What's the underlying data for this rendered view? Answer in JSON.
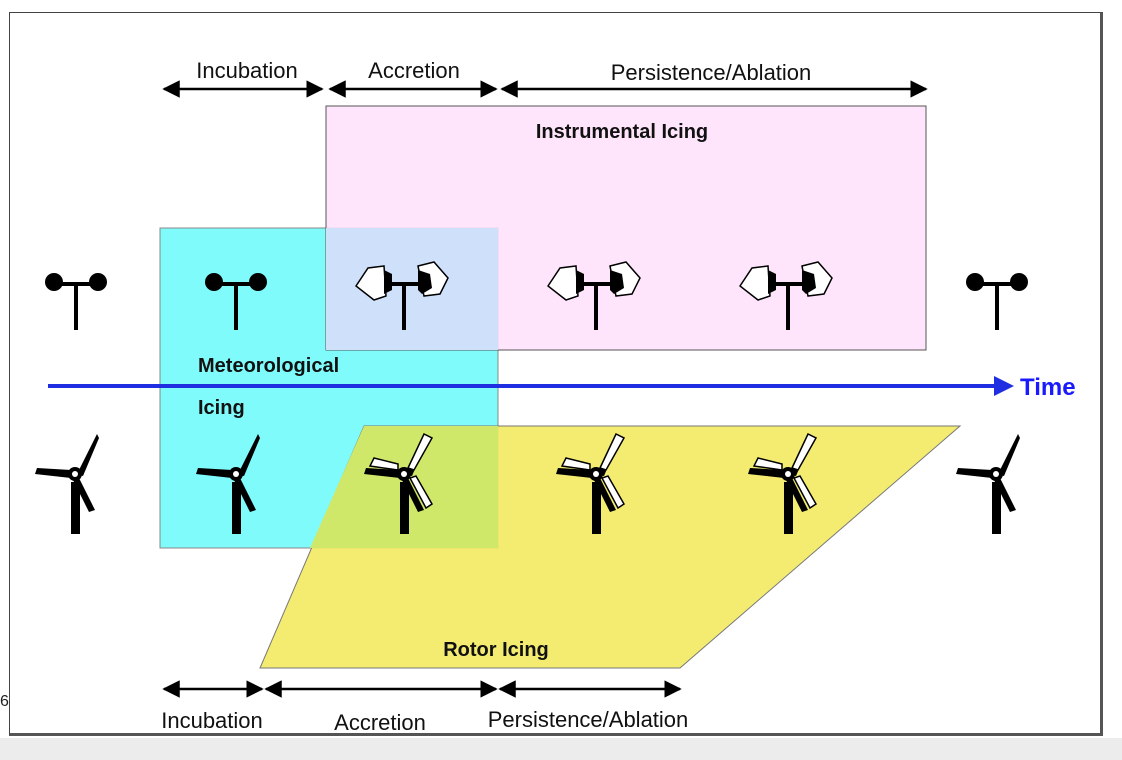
{
  "top_phases": {
    "incubation": "Incubation",
    "accretion": "Accretion",
    "persistence": "Persistence/Ablation"
  },
  "bottom_phases": {
    "incubation": "Incubation",
    "accretion": "Accretion",
    "persistence": "Persistence/Ablation"
  },
  "regions": {
    "instrumental": "Instrumental Icing",
    "meteorological_line1": "Meteorological",
    "meteorological_line2": "Icing",
    "rotor": "Rotor Icing"
  },
  "time_axis_label": "Time",
  "page_number": "6",
  "colors": {
    "instrumental_fill": "#ffe0fa",
    "meteorological_fill": "#7ffbfb",
    "rotor_fill": "#f2ea62",
    "time_arrow": "#1f2ee0"
  }
}
